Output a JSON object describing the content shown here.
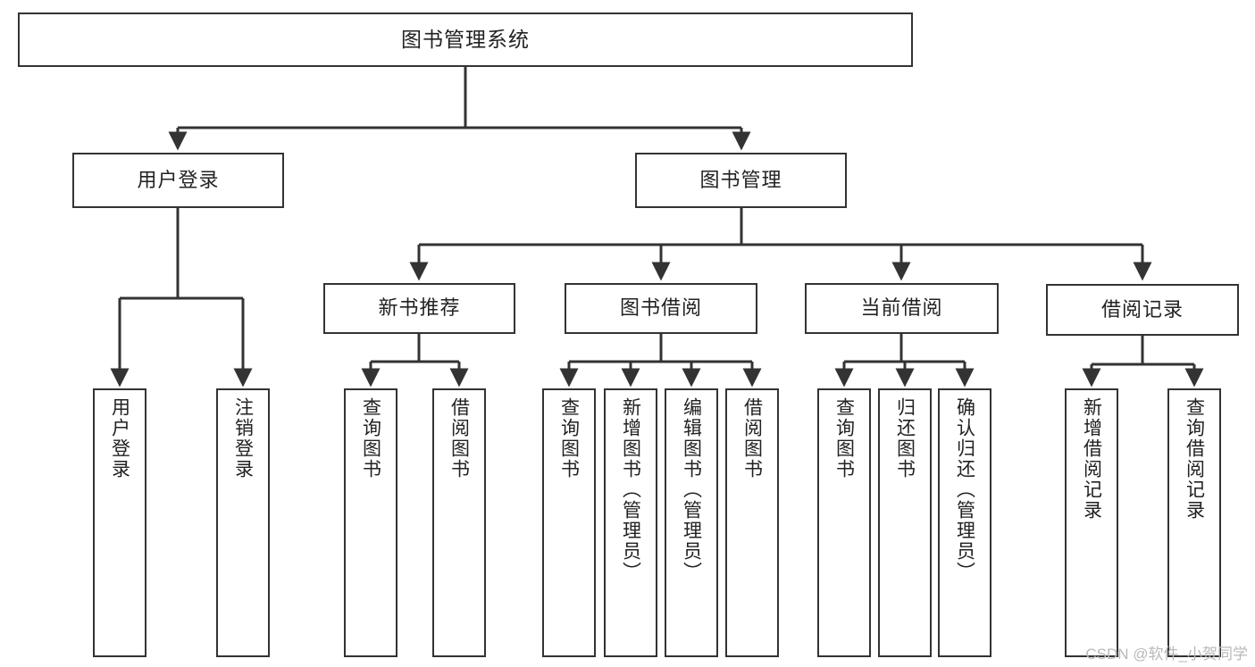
{
  "diagram": {
    "title": "图书管理系统",
    "type": "tree",
    "watermark": "CSDN @软件_小贺同学",
    "colors": {
      "box_border": "#333333",
      "box_fill": "#ffffff",
      "edge": "#333333",
      "text": "#222222",
      "watermark": "#b9b9b9"
    },
    "nodes": {
      "root": {
        "label": "图书管理系统"
      },
      "level2": [
        {
          "id": "user-login",
          "label": "用户登录"
        },
        {
          "id": "book-management",
          "label": "图书管理"
        }
      ],
      "level3": [
        {
          "id": "new-book-recommend",
          "label": "新书推荐"
        },
        {
          "id": "book-borrow",
          "label": "图书借阅"
        },
        {
          "id": "current-borrow",
          "label": "当前借阅"
        },
        {
          "id": "borrow-record",
          "label": "借阅记录"
        }
      ],
      "leaves": {
        "user-login": [
          {
            "id": "leaf-user-login",
            "label": "用户登录"
          },
          {
            "id": "leaf-logout-login",
            "label": "注销登录"
          }
        ],
        "new-book-recommend": [
          {
            "id": "leaf-query-book-1",
            "label": "查询图书"
          },
          {
            "id": "leaf-borrow-book-1",
            "label": "借阅图书"
          }
        ],
        "book-borrow": [
          {
            "id": "leaf-query-book-2",
            "label": "查询图书"
          },
          {
            "id": "leaf-add-book",
            "label": "新增图书（管理员）"
          },
          {
            "id": "leaf-edit-book",
            "label": "编辑图书（管理员）"
          },
          {
            "id": "leaf-borrow-book-2",
            "label": "借阅图书"
          }
        ],
        "current-borrow": [
          {
            "id": "leaf-query-book-3",
            "label": "查询图书"
          },
          {
            "id": "leaf-return-book",
            "label": "归还图书"
          },
          {
            "id": "leaf-confirm-return",
            "label": "确认归还（管理员）"
          }
        ],
        "borrow-record": [
          {
            "id": "leaf-add-record",
            "label": "新增借阅记录"
          },
          {
            "id": "leaf-query-record",
            "label": "查询借阅记录"
          }
        ]
      }
    }
  }
}
